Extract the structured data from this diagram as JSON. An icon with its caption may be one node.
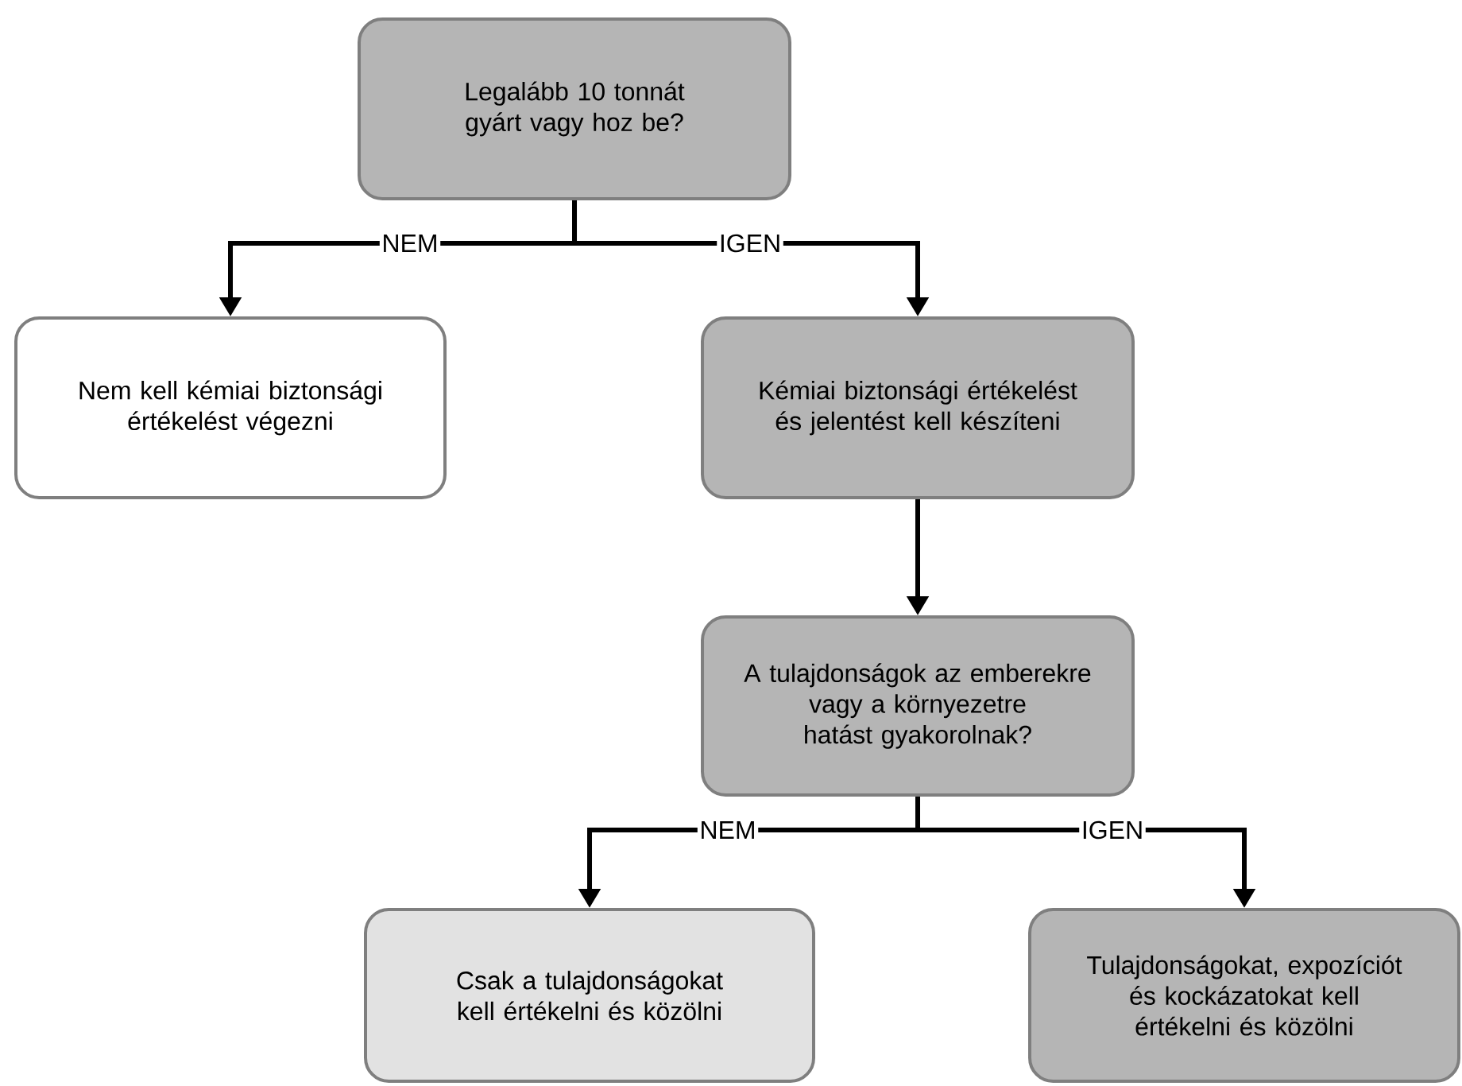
{
  "diagram": {
    "nodes": [
      {
        "text": [
          "Legalább 10 tonnát gyárt vagy hoz be?"
        ]
      },
      {
        "text": [
          "Nem kell kémiai biztonsági értékelést végezni"
        ]
      },
      {
        "text": [
          "Kémiai biztonsági értékelést és jelentést kell készíteni"
        ]
      },
      {
        "text": [
          "A tulajdonságok az emberekre vagy a környezetre hatást gyakorolnak?"
        ]
      },
      {
        "text": [
          "Csak a tulajdonságokat kell értékelni és közölni"
        ]
      },
      {
        "text": [
          "Tulajdonságokat, expozíciót és kockázatokat kell értékelni és közölni"
        ]
      }
    ],
    "edges": [
      {
        "from": 0,
        "to": 1,
        "arrow": "to",
        "label": "NEM"
      },
      {
        "from": 0,
        "to": 2,
        "arrow": "to",
        "label": "IGEN"
      },
      {
        "from": 2,
        "to": 3,
        "arrow": "to"
      },
      {
        "from": 3,
        "to": 4,
        "arrow": "to",
        "label": "NEM"
      },
      {
        "from": 3,
        "to": 5,
        "arrow": "to",
        "label": "IGEN"
      }
    ]
  }
}
